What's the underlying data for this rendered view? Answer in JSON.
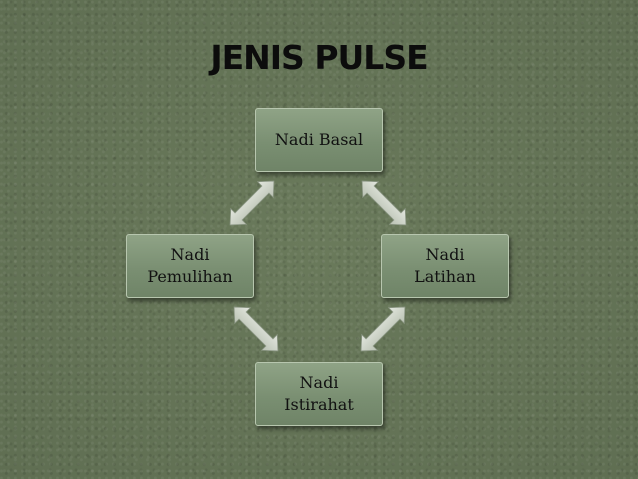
{
  "title": "JENIS PULSE",
  "nodes": {
    "top": "Nadi Basal",
    "left": "Nadi\nPemulihan",
    "right": "Nadi\nLatihan",
    "bottom": "Nadi\nIstirahat"
  },
  "colors": {
    "background": "#647356",
    "node_fill": "#7a8f72",
    "arrow_fill": "#c9d0c3"
  }
}
